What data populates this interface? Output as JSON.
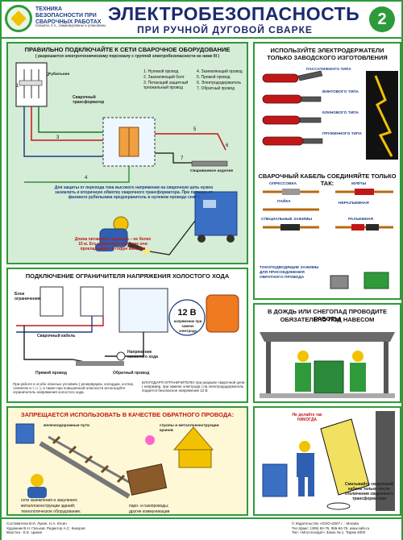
{
  "header": {
    "series_title": "ТЕХНИКА БЕЗОПАСНОСТИ ПРИ СВАРОЧНЫХ РАБОТАХ",
    "series_sub": "плакаты 4 л., ламинированы и упакованы",
    "title": "ЭЛЕКТРОБЕЗОПАСНОСТЬ",
    "subtitle": "ПРИ РУЧНОЙ ДУГОВОЙ СВАРКЕ",
    "sheet_number": "2"
  },
  "connect_panel": {
    "title_line1": "ПРАВИЛЬНО ПОДКЛЮЧАЙТЕ К СЕТИ СВАРОЧНОЕ ОБОРУДОВАНИЕ",
    "title_line2": "( разрешается электротехническому персоналу с группой электробезопасности не ниже III )",
    "switch_label": "Рубильник",
    "transformer_label": "Сварочный трансформатор",
    "legend": [
      "1. Нулевой провод",
      "2. Заземляющий болт",
      "3. Питающий защитный трехжильный провод",
      "4. Заземляющий провод",
      "5. Прямой провод",
      "6. Электрододержатель",
      "7. Обратный провод"
    ],
    "workpiece_label": "Свариваемое изделие",
    "warning_text": "Для защиты от перехода тока высокого напряжения на сварочную цепь нужно заземлить и вторичную обмотку сварочного трансформатора. При питании от фазового рубильника предохранитель в нулевом проводе снят !",
    "cable_note": "Длина питающего провода – не более 15 м. Его закрепляют на стене или прокладывают в гофре кабелем"
  },
  "holders_panel": {
    "title": "ИСПОЛЬЗУЙТЕ ЭЛЕКТРОДЕРЖАТЕЛИ ТОЛЬКО ЗАВОДСКОГО ИЗГОТОВЛЕНИЯ",
    "holders": [
      "ПАССАТИЖНОГО ТИПА",
      "ВИНТОВОГО ТИПА",
      "КЛИНОВОГО ТИПА",
      "ПРУЖИННОГО ТИПА"
    ],
    "cable_title": "СВАРОЧНЫЙ КАБЕЛЬ СОЕДИНЯЙТЕ ТОЛЬКО ТАК:",
    "joints": [
      "ОПРЕССОВКА",
      "МУФТЫ",
      "ПАЙКА",
      "НЕРАЗЪЕМНАЯ",
      "СПЕЦИАЛЬНЫЕ ЗАЖИМЫ",
      "РАЗЪЕМНАЯ"
    ],
    "clamps_label": "ТОКОПОДВОДЯЩИЕ ЗАЖИМЫ ДЛЯ ПРИСОЕДИНЕНИЯ ОБРАТНОГО ПРОВОДА"
  },
  "limiter_panel": {
    "title": "ПОДКЛЮЧЕНИЕ ОГРАНИЧИТЕЛЯ НАПРЯЖЕНИЯ ХОЛОСТОГО ХОДА",
    "block_label": "Блок ограничения",
    "cable_label": "Сварочный кабель",
    "direct_label": "Прямой провод",
    "return_label": "Обратный провод",
    "voltage_label": "Напряжение холостого хода",
    "voltage_value": "12 В",
    "voltage_note": "напряжение при замене электрода",
    "left_note": "При работе в особо опасных условиях ( резервуарах, колодцах, котлах, тоннелях и т. п. ), а также при повышенной опасности используйте ограничитель напряжения холостого хода",
    "right_note": "БЛАГОДАРЯ ОГРАНИЧИТЕЛЮ при разрыве сварочной цепи ( например, при замене электрода ) на электрододержатель подается безопасное напряжение 12 В"
  },
  "rain_panel": {
    "title_line1": "В ДОЖДЬ ИЛИ СНЕГОПАД ПРОВОДИТЕ РАБОТЫ",
    "title_line2": "ОБЯЗАТЕЛЬНО ПОД НАВЕСОМ"
  },
  "forbidden_panel": {
    "title": "ЗАПРЕЩАЕТСЯ ИСПОЛЬЗОВАТЬ В КАЧЕСТВЕ ОБРАТНОГО ПРОВОДА:",
    "item_rails": "железнодорожные пути",
    "item_cranes": "стропы и металлоконструкции кранов",
    "bottom_list_left": [
      "сети заземления и зануления;",
      "металлоконструкции зданий;",
      "технологическое оборудование;"
    ],
    "bottom_list_right": [
      "паро- и газопроводы;",
      "другие коммуникации"
    ]
  },
  "never_panel": {
    "warning": "Не делайте так НИКОГДА",
    "note": "Сматывайте сварочный кабель только после отключения сварочного трансформатора"
  },
  "footer": {
    "credits": [
      "Составители В.И. Лукин, Н.А. Юсин",
      "Художник В.Н. Гаськов. Редактор А.С. Кикоров",
      "Верстка - Е.Е. Цыкин"
    ],
    "publisher": [
      "© Издательство «ООО»2007 г. - Москва",
      "Тел./факс: (495) 94-75, 955-94-75, www.safe.ru",
      "Тип. «Мосгосиздат»   Заказ № 1. Тираж 4000"
    ]
  }
}
